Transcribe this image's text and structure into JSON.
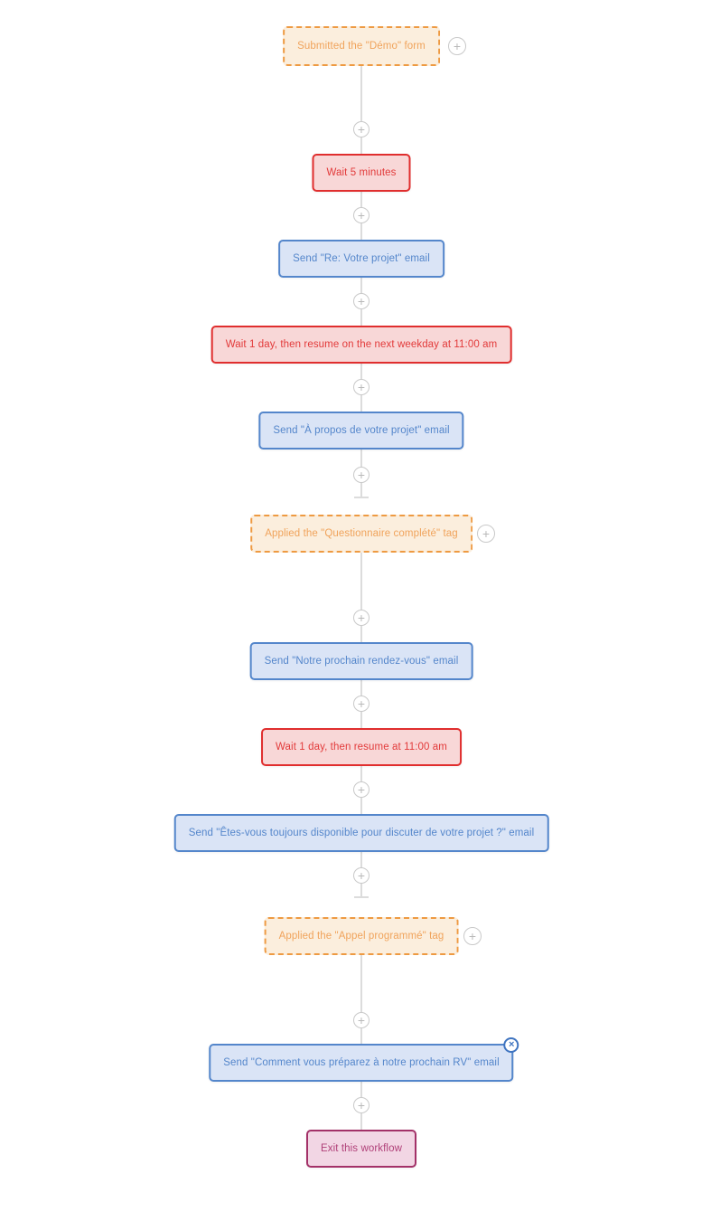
{
  "workflow": {
    "nodes": [
      {
        "type": "trigger",
        "label": "Submitted the \"Démo\" form"
      },
      {
        "type": "wait",
        "label": "Wait 5 minutes"
      },
      {
        "type": "email",
        "label": "Send \"Re: Votre projet\" email"
      },
      {
        "type": "wait",
        "label": "Wait 1 day, then resume on the next weekday at 11:00 am"
      },
      {
        "type": "email",
        "label": "Send \"À propos de votre projet\" email"
      },
      {
        "type": "trigger",
        "label": "Applied the \"Questionnaire complété\" tag"
      },
      {
        "type": "email",
        "label": "Send \"Notre prochain rendez-vous\" email"
      },
      {
        "type": "wait",
        "label": "Wait 1 day, then resume at 11:00 am"
      },
      {
        "type": "email",
        "label": "Send \"Êtes-vous toujours disponible pour discuter de votre projet ?\" email"
      },
      {
        "type": "trigger",
        "label": "Applied the \"Appel programmé\" tag"
      },
      {
        "type": "email",
        "label": "Send \"Comment vous préparez à notre prochain RV\" email"
      },
      {
        "type": "exit",
        "label": "Exit this workflow"
      }
    ],
    "icons": {
      "add": "+",
      "close": "×"
    },
    "colors": {
      "trigger_border": "#ee9a42",
      "trigger_bg": "#fbeedd",
      "trigger_text": "#f0a35b",
      "wait_border": "#e02e2e",
      "wait_bg": "#f8d7d7",
      "wait_text": "#e23a3a",
      "email_border": "#5486cb",
      "email_bg": "#dae4f6",
      "email_text": "#5486cb",
      "exit_border": "#a33168",
      "exit_bg": "#f2d6e4",
      "exit_text": "#b04078",
      "connector": "#dcdcdc",
      "add_icon": "#b9b9b9",
      "close_icon": "#3f74c0"
    }
  }
}
